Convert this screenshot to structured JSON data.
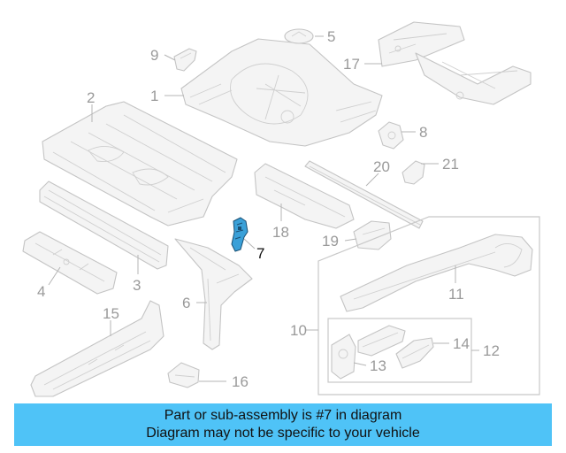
{
  "callouts": [
    {
      "id": "1",
      "label": "1"
    },
    {
      "id": "2",
      "label": "2"
    },
    {
      "id": "3",
      "label": "3"
    },
    {
      "id": "4",
      "label": "4"
    },
    {
      "id": "5",
      "label": "5"
    },
    {
      "id": "6",
      "label": "6"
    },
    {
      "id": "7",
      "label": "7",
      "highlighted": true
    },
    {
      "id": "8",
      "label": "8"
    },
    {
      "id": "9",
      "label": "9"
    },
    {
      "id": "10",
      "label": "10"
    },
    {
      "id": "11",
      "label": "11"
    },
    {
      "id": "12",
      "label": "12"
    },
    {
      "id": "13",
      "label": "13"
    },
    {
      "id": "14",
      "label": "14"
    },
    {
      "id": "15",
      "label": "15"
    },
    {
      "id": "16",
      "label": "16"
    },
    {
      "id": "17",
      "label": "17"
    },
    {
      "id": "18",
      "label": "18"
    },
    {
      "id": "19",
      "label": "19"
    },
    {
      "id": "20",
      "label": "20"
    },
    {
      "id": "21",
      "label": "21"
    }
  ],
  "banner": {
    "line1": "Part or sub-assembly is #7 in diagram",
    "line2": "Diagram may not be specific to your vehicle"
  },
  "colors": {
    "banner_background": "#4fc3f7",
    "highlight_part": "#3aa0d8",
    "line_art": "#c4c4c4"
  }
}
